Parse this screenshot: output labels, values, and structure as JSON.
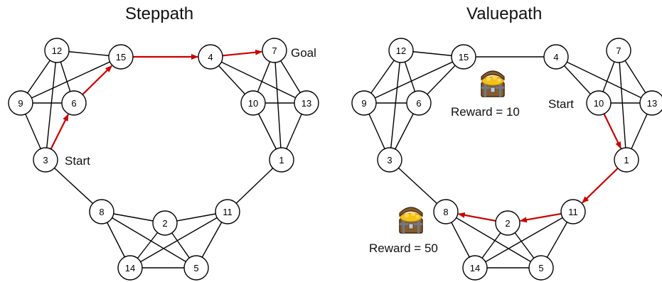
{
  "panels": [
    {
      "title": "Steppath",
      "start_label": "Start",
      "goal_label": "Goal",
      "nodes": [
        "12",
        "15",
        "4",
        "7",
        "9",
        "6",
        "10",
        "13",
        "3",
        "1",
        "8",
        "2",
        "11",
        "14",
        "5"
      ],
      "edges": [
        [
          "12",
          "15"
        ],
        [
          "12",
          "9"
        ],
        [
          "12",
          "6"
        ],
        [
          "12",
          "3"
        ],
        [
          "15",
          "9"
        ],
        [
          "15",
          "6"
        ],
        [
          "9",
          "6"
        ],
        [
          "9",
          "3"
        ],
        [
          "6",
          "3"
        ],
        [
          "4",
          "10"
        ],
        [
          "4",
          "13"
        ],
        [
          "7",
          "10"
        ],
        [
          "7",
          "13"
        ],
        [
          "7",
          "1"
        ],
        [
          "10",
          "13"
        ],
        [
          "10",
          "1"
        ],
        [
          "13",
          "1"
        ],
        [
          "3",
          "8"
        ],
        [
          "1",
          "11"
        ],
        [
          "8",
          "2"
        ],
        [
          "8",
          "14"
        ],
        [
          "8",
          "5"
        ],
        [
          "2",
          "14"
        ],
        [
          "2",
          "5"
        ],
        [
          "2",
          "11"
        ],
        [
          "11",
          "14"
        ],
        [
          "11",
          "5"
        ],
        [
          "14",
          "5"
        ]
      ],
      "path": [
        [
          "3",
          "6"
        ],
        [
          "6",
          "15"
        ],
        [
          "15",
          "4"
        ],
        [
          "4",
          "7"
        ]
      ]
    },
    {
      "title": "Valuepath",
      "start_label": "Start",
      "rewards": [
        "Reward = 10",
        "Reward = 50"
      ],
      "nodes": [
        "12",
        "15",
        "4",
        "7",
        "9",
        "6",
        "10",
        "13",
        "3",
        "1",
        "8",
        "2",
        "11",
        "14",
        "5"
      ],
      "edges": [
        [
          "12",
          "15"
        ],
        [
          "12",
          "9"
        ],
        [
          "12",
          "6"
        ],
        [
          "12",
          "3"
        ],
        [
          "15",
          "9"
        ],
        [
          "15",
          "6"
        ],
        [
          "9",
          "6"
        ],
        [
          "9",
          "3"
        ],
        [
          "6",
          "3"
        ],
        [
          "15",
          "4"
        ],
        [
          "4",
          "10"
        ],
        [
          "4",
          "13"
        ],
        [
          "7",
          "10"
        ],
        [
          "7",
          "13"
        ],
        [
          "7",
          "1"
        ],
        [
          "10",
          "13"
        ],
        [
          "10",
          "1"
        ],
        [
          "13",
          "1"
        ],
        [
          "3",
          "8"
        ],
        [
          "1",
          "11"
        ],
        [
          "8",
          "2"
        ],
        [
          "8",
          "14"
        ],
        [
          "8",
          "5"
        ],
        [
          "2",
          "14"
        ],
        [
          "2",
          "5"
        ],
        [
          "2",
          "11"
        ],
        [
          "11",
          "14"
        ],
        [
          "11",
          "5"
        ],
        [
          "14",
          "5"
        ]
      ],
      "path": [
        [
          "10",
          "1"
        ],
        [
          "1",
          "11"
        ],
        [
          "11",
          "2"
        ],
        [
          "2",
          "8"
        ]
      ]
    }
  ],
  "colors": {
    "path": "#cc0000",
    "edge": "#000000",
    "node_fill": "#ffffff"
  },
  "icons": [
    "treasure-chest-icon",
    "treasure-chest-icon"
  ]
}
